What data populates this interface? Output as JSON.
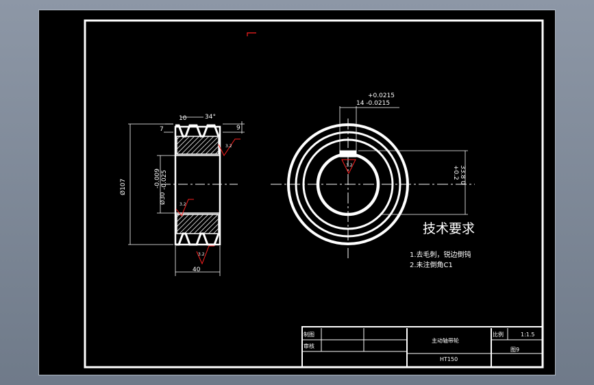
{
  "colors": {
    "background": "#000000",
    "line": "#ffffff",
    "accent": "#ff2020",
    "gray_bg": "#7d8795"
  },
  "front_view": {
    "dim_groove_pitch": "10",
    "dim_groove_angle": "34°",
    "dim_top_left": "7",
    "dim_top_right": "9",
    "dim_outer_diameter": "Ø107",
    "dim_bore_tol_upper": "-0.009",
    "dim_bore_tol_lower": "-0.025",
    "dim_bore": "Ø30",
    "dim_width": "40",
    "roughness_1": "3.2",
    "roughness_2": "3.2",
    "roughness_3": "3.2"
  },
  "side_view": {
    "keyway_tol_upper": "+0.0215",
    "keyway_dim": "14 -0.0215",
    "depth_tol": "+0.2",
    "depth_dim": "33.8 0",
    "roughness_key": "3.2"
  },
  "notes": {
    "title": "技术要求",
    "line1": "1.去毛刺，锐边倒钝",
    "line2": "2.未注倒角C1"
  },
  "title_block": {
    "drawn_label": "制图",
    "check_label": "审核",
    "part_name": "主动轴带轮",
    "material": "HT150",
    "scale_label": "比例",
    "scale_value": "1:1.5",
    "drawing_no": "图9"
  }
}
